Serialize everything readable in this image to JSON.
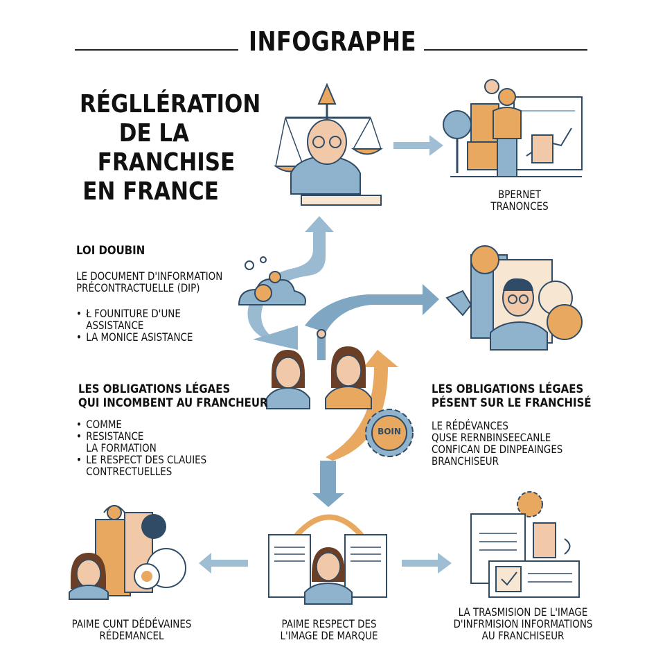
{
  "header": {
    "title": "INFOGRAPHE"
  },
  "main_title": {
    "lines": [
      "RÉGLLÉRATION",
      "DE LA",
      "FRANCHISE",
      "EN FRANCE"
    ]
  },
  "top_right": {
    "caption": [
      "BPERNET",
      "TRANONCES"
    ]
  },
  "loi": {
    "heading": "LOI DOUBIN",
    "intro": [
      "LE DOCUMENT D'INFORMATION",
      "PRÉCONTRACTUELLE (DIP)"
    ],
    "bullets": [
      {
        "lines": [
          "Ł FOUNITURE D'UNE",
          "ASSISTANCE"
        ]
      },
      {
        "lines": [
          "LA MONICE ASISTANCE"
        ]
      }
    ]
  },
  "franchiseur": {
    "heading": [
      "LES OBLIGATIONS LÉGAES",
      "QUI INCOMBENT AU FRANCHEUR"
    ],
    "bullets": [
      {
        "lines": [
          "COMME"
        ]
      },
      {
        "lines": [
          "RESISTANCE",
          "LA FORMATION"
        ]
      },
      {
        "lines": [
          "LE RESPECT DES CLAUIES",
          "CONTRECTUELLES"
        ]
      }
    ]
  },
  "franchise": {
    "heading": [
      "LES OBLIGATIONS LÉGAES",
      "PÉSENT SUR LE FRANCHISÉ"
    ],
    "lines": [
      "LE RÉDÉVANCES",
      "QUSE RERNBINSEECANLE",
      "CONFICAN DE DINPEAINGES",
      "BRANCHISEUR"
    ]
  },
  "coin_label": "BOIN",
  "bottom": {
    "left": [
      "PAIME CUNT DÉDÉVAINES",
      "RÉDEMANCEL"
    ],
    "center": [
      "PAIME RESPECT DES",
      "L'IMAGE DE MARQUE"
    ],
    "right": [
      "LA TRASMISION DE L'IMAGE",
      "D'INFRMISION INFORMATIONS",
      "AU FRANCHISEUR"
    ]
  },
  "colors": {
    "blue": "#8fb3cc",
    "dark_blue": "#2f4b66",
    "orange": "#e8a860",
    "skin": "#f2c9a8"
  }
}
